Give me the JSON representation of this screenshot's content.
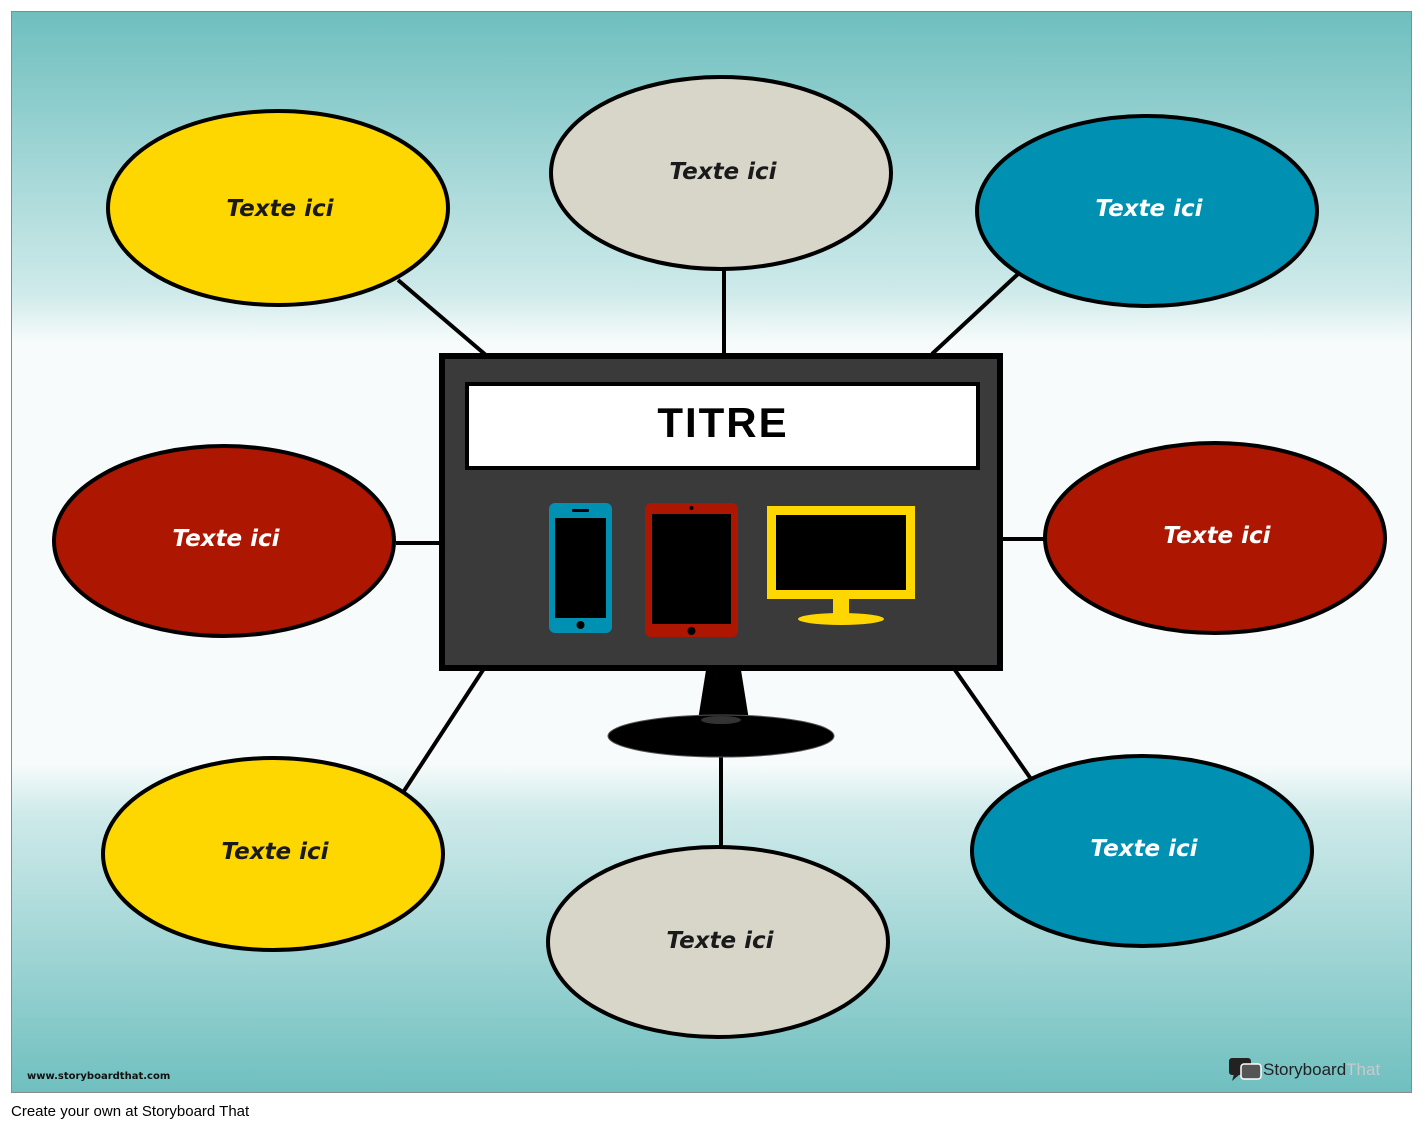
{
  "diagram": {
    "title": "TITRE",
    "bubbles": [
      {
        "id": "top-left",
        "text": "Texte ici",
        "fill": "#FFD700",
        "text_color": "#1a1a1a"
      },
      {
        "id": "top-center",
        "text": "Texte ici",
        "fill": "#D8D6C9",
        "text_color": "#1a1a1a"
      },
      {
        "id": "top-right",
        "text": "Texte ici",
        "fill": "#0090B2",
        "text_color": "#ffffff"
      },
      {
        "id": "middle-left",
        "text": "Texte ici",
        "fill": "#AD1600",
        "text_color": "#ffffff"
      },
      {
        "id": "middle-right",
        "text": "Texte ici",
        "fill": "#AD1600",
        "text_color": "#ffffff"
      },
      {
        "id": "bottom-left",
        "text": "Texte ici",
        "fill": "#FFD700",
        "text_color": "#1a1a1a"
      },
      {
        "id": "bottom-center",
        "text": "Texte ici",
        "fill": "#D8D6C9",
        "text_color": "#1a1a1a"
      },
      {
        "id": "bottom-right",
        "text": "Texte ici",
        "fill": "#0090B2",
        "text_color": "#ffffff"
      }
    ],
    "devices": [
      {
        "name": "phone-icon",
        "color": "#0090B2"
      },
      {
        "name": "tablet-icon",
        "color": "#AD1600"
      },
      {
        "name": "desktop-monitor-icon",
        "color": "#FFD700"
      }
    ],
    "monitor_color": "#3A3A3A",
    "background_top": "#6FBFBF",
    "background_middle": "#F7FBFB"
  },
  "watermark": {
    "url": "www.storyboardthat.com",
    "logo_part1": "Storyboard",
    "logo_part2": "That"
  },
  "footer": {
    "caption": "Create your own at Storyboard That"
  }
}
